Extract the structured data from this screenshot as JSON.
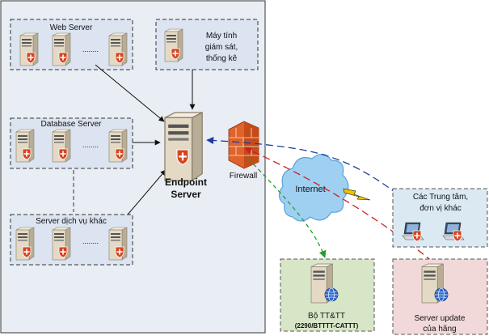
{
  "groups": {
    "web_server": "Web Server",
    "database_server": "Database Server",
    "other_server": "Server dịch vụ khác",
    "monitor": [
      "Máy tính",
      "giám sát,",
      "thống kê"
    ],
    "centers": [
      "Các Trung tâm,",
      "đơn vị khác"
    ],
    "ministry": [
      "Bộ TT&TT",
      "(2290/BTTTT-CATTT)"
    ],
    "vendor_update": [
      "Server update",
      "của hãng"
    ]
  },
  "nodes": {
    "endpoint": [
      "Endpoint",
      "Server"
    ],
    "firewall": "Firewall",
    "internet": "Internet",
    "ellipsis": "........"
  },
  "colors": {
    "main_zone": "#e9edf4",
    "group_fill": "#dbe4f0",
    "right_box_fill": "#dbe9f3",
    "ministry_fill": "#d8e6c8",
    "vendor_fill": "#f2d9d9",
    "cloud": "#9fd0f2",
    "firewall": "#e0632a",
    "link_blue": "#1f3c9c",
    "link_red": "#cc1f1f",
    "link_green": "#2a9a2a",
    "lightning": "#f2c200"
  },
  "icons": [
    "server-icon",
    "shield-icon",
    "globe-icon",
    "laptop-icon",
    "cloud-icon",
    "firewall-icon",
    "lightning-icon"
  ]
}
